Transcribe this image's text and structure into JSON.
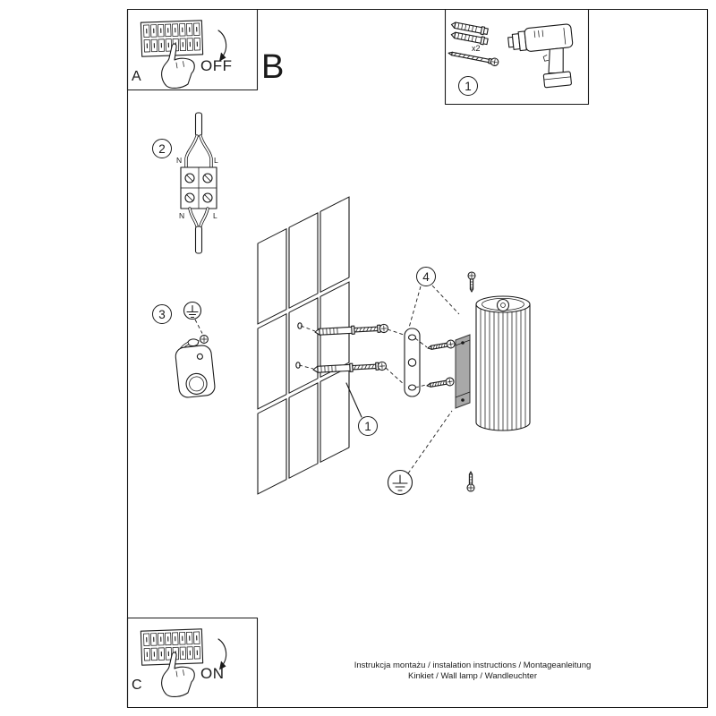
{
  "boxes": {
    "a": {
      "letter": "A",
      "state": "OFF"
    },
    "c": {
      "letter": "C",
      "state": "ON"
    }
  },
  "section_b": {
    "letter": "B"
  },
  "parts_box": {
    "number": "1",
    "anchor_count": "x2"
  },
  "steps": {
    "wire": {
      "number": "2",
      "labels": {
        "n_top": "N",
        "l_top": "L",
        "n_bottom": "N",
        "l_bottom": "L"
      }
    },
    "ground": {
      "number": "3"
    },
    "mount": {
      "number": "4"
    },
    "anchors": {
      "number": "1"
    }
  },
  "footer": {
    "line1": "Instrukcja montażu / instalation instructions / Montageanleitung",
    "line2": "Kinkiet / Wall lamp / Wandleuchter"
  },
  "colors": {
    "ink": "#1a1a1a",
    "channel_gray": "#a8a8a8",
    "background": "#ffffff"
  }
}
